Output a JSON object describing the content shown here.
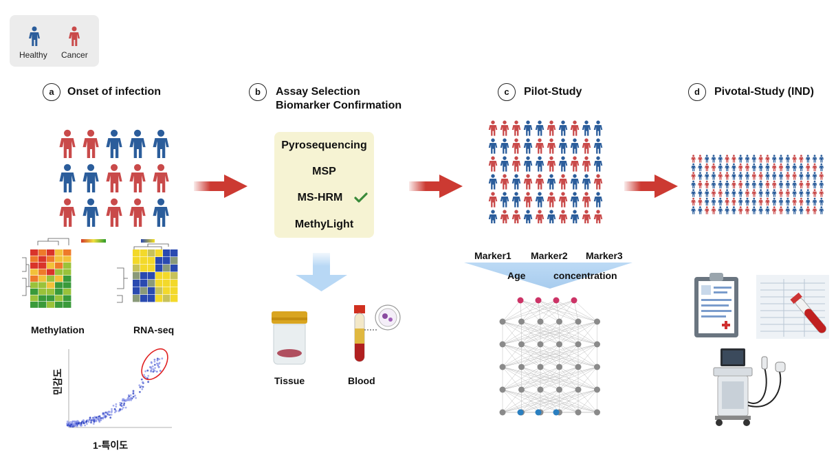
{
  "legend": {
    "healthy_label": "Healthy",
    "cancer_label": "Cancer",
    "healthy_color": "#2b5d9b",
    "cancer_color": "#c94a4a"
  },
  "steps": [
    {
      "badge": "a",
      "title": "Onset of infection"
    },
    {
      "badge": "b",
      "title": "Assay Selection",
      "subtitle": "Biomarker Confirmation"
    },
    {
      "badge": "c",
      "title": "Pilot-Study"
    },
    {
      "badge": "d",
      "title": "Pivotal-Study (IND)"
    }
  ],
  "onset": {
    "people_grid": [
      [
        "cancer",
        "cancer",
        "healthy",
        "healthy",
        "healthy"
      ],
      [
        "healthy",
        "healthy",
        "cancer",
        "cancer",
        "cancer"
      ],
      [
        "cancer",
        "healthy",
        "cancer",
        "cancer",
        "healthy"
      ]
    ],
    "methylation_label": "Methylation",
    "rnaseq_label": "RNA-seq",
    "roc_ylabel": "민감도",
    "roc_xlabel": "1-특이도"
  },
  "assays": {
    "items": [
      "Pyrosequencing",
      "MSP",
      "MS-HRM",
      "MethyLight"
    ],
    "selected": "MS-HRM",
    "check_color": "#3a8a3a"
  },
  "samples": {
    "tissue_label": "Tissue",
    "blood_label": "Blood"
  },
  "pilot": {
    "markers": [
      "Marker1",
      "Marker2",
      "Marker3"
    ],
    "features": [
      "Age",
      "concentration"
    ]
  },
  "colors": {
    "arrow": "#cc3a32",
    "down_arrow": "#b8d8f5",
    "node_gray": "#8a8a8a",
    "node_pink": "#cc3366",
    "node_blue": "#2a7fc0"
  }
}
